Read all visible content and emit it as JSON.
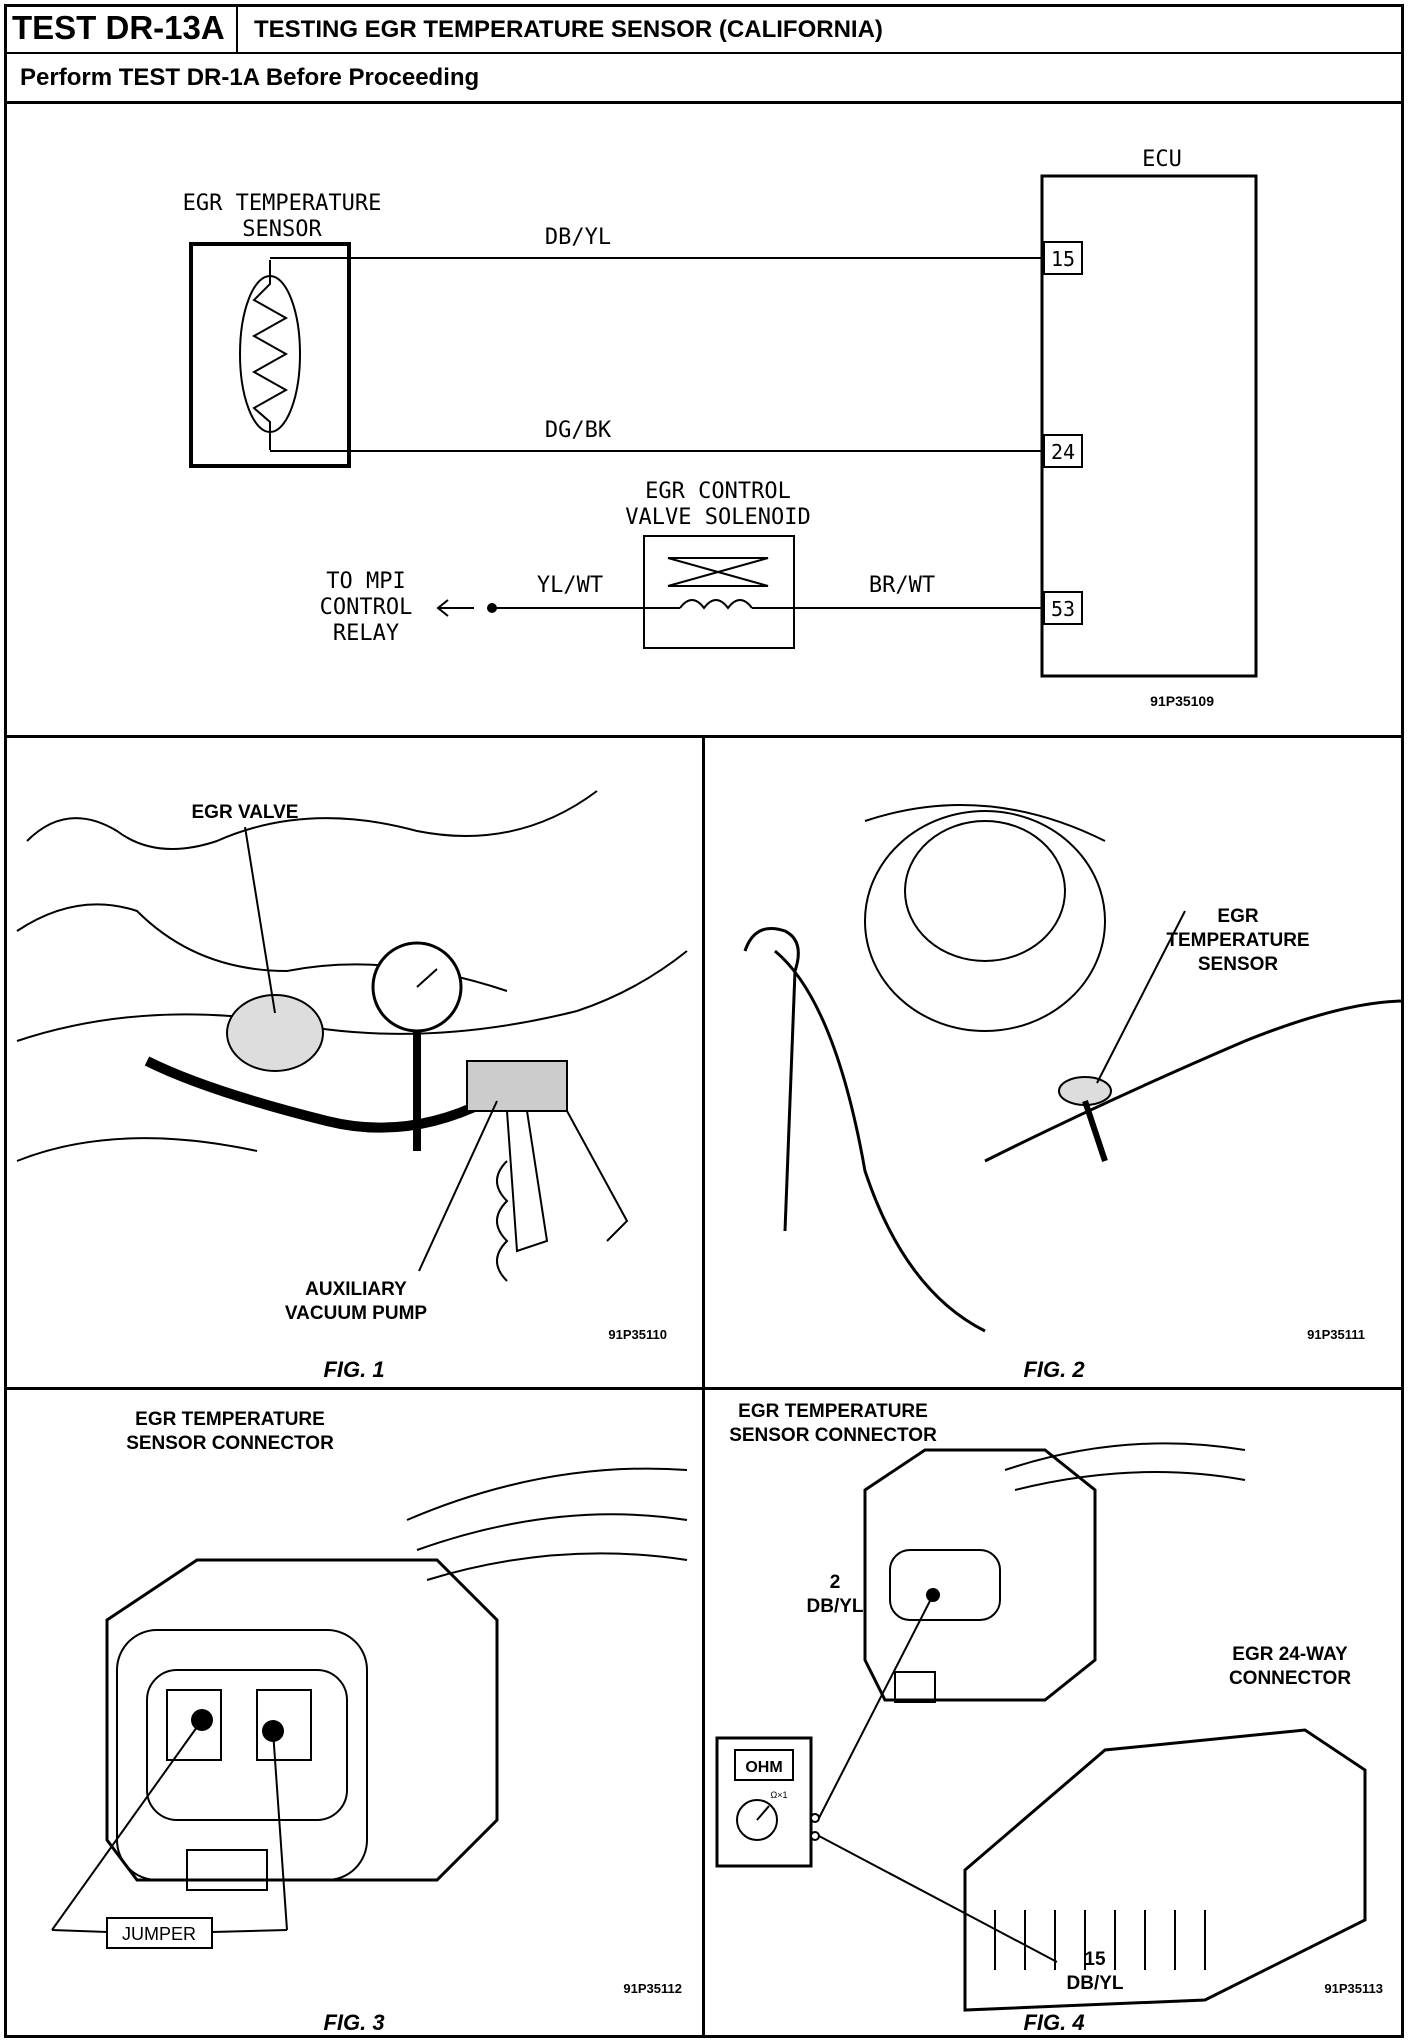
{
  "header": {
    "test_id": "TEST DR-13A",
    "title": "TESTING EGR TEMPERATURE SENSOR (CALIFORNIA)",
    "prereq": "Perform TEST DR-1A Before Proceeding"
  },
  "schematic": {
    "ecu_label": "ECU",
    "sensor_label_1": "EGR TEMPERATURE",
    "sensor_label_2": "SENSOR",
    "wire_top": "DB/YL",
    "wire_bottom": "DG/BK",
    "pin_15": "15",
    "pin_24": "24",
    "pin_53": "53",
    "solenoid_label_1": "EGR CONTROL",
    "solenoid_label_2": "VALVE SOLENOID",
    "wire_relay": "YL/WT",
    "wire_solenoid_ecu": "BR/WT",
    "relay_1": "TO MPI",
    "relay_2": "CONTROL",
    "relay_3": "RELAY",
    "code": "91P35109"
  },
  "fig1": {
    "label": "EGR VALVE",
    "pump_1": "AUXILIARY",
    "pump_2": "VACUUM PUMP",
    "code": "91P35110",
    "caption": "FIG. 1"
  },
  "fig2": {
    "label_1": "EGR",
    "label_2": "TEMPERATURE",
    "label_3": "SENSOR",
    "code": "91P35111",
    "caption": "FIG. 2"
  },
  "fig3": {
    "label_1": "EGR TEMPERATURE",
    "label_2": "SENSOR CONNECTOR",
    "jumper": "JUMPER",
    "code": "91P35112",
    "caption": "FIG. 3"
  },
  "fig4": {
    "label_1": "EGR TEMPERATURE",
    "label_2": "SENSOR CONNECTOR",
    "pin_2_num": "2",
    "pin_2_wire": "DB/YL",
    "conn_1": "EGR 24-WAY",
    "conn_2": "CONNECTOR",
    "meter_display": "OHM",
    "meter_range": "Ω×1",
    "pin_15_num": "15",
    "pin_15_wire": "DB/YL",
    "code": "91P35113",
    "caption": "FIG. 4"
  }
}
